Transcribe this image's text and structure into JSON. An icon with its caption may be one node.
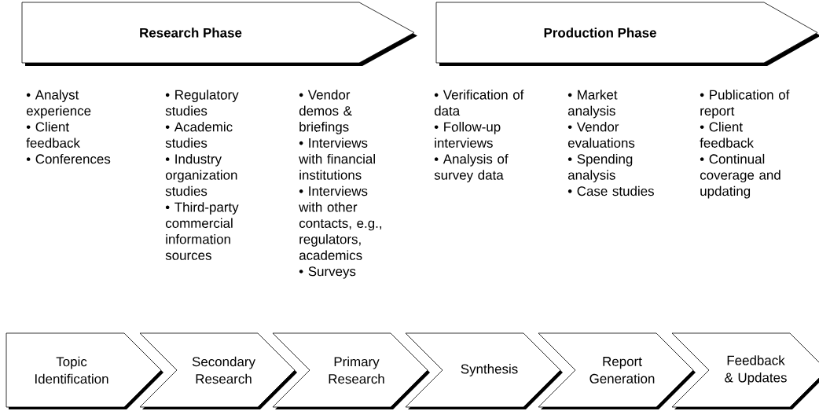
{
  "diagram": {
    "nodes": [
      {
        "text": [
          "Research Phase"
        ]
      },
      {
        "text": [
          "Production Phase"
        ]
      },
      {
        "text": [
          "Topic Identification"
        ],
        "beside": [
          "• Analyst experience",
          "• Client feedback",
          "• Conferences"
        ]
      },
      {
        "text": [
          "Secondary Research"
        ],
        "beside": [
          "• Regulatory studies",
          "• Academic studies",
          "• Industry organization studies",
          "• Third-party commercial information sources"
        ]
      },
      {
        "text": [
          "Primary Research"
        ],
        "beside": [
          "• Vendor demos & briefings",
          "• Interviews with financial institutions",
          "• Interviews with other contacts, e.g., regulators, academics",
          "• Surveys"
        ]
      },
      {
        "text": [
          "Synthesis"
        ],
        "beside": [
          "• Verification of data",
          "• Follow-up interviews",
          "• Analysis of survey data"
        ]
      },
      {
        "text": [
          "Report Generation"
        ],
        "beside": [
          "• Market analysis",
          "• Vendor evaluations",
          "• Spending analysis",
          "• Case studies"
        ]
      },
      {
        "text": [
          "Feedback & Updates"
        ],
        "beside": [
          "• Publication of report",
          "• Client feedback",
          "• Continual coverage and updating"
        ]
      }
    ]
  }
}
